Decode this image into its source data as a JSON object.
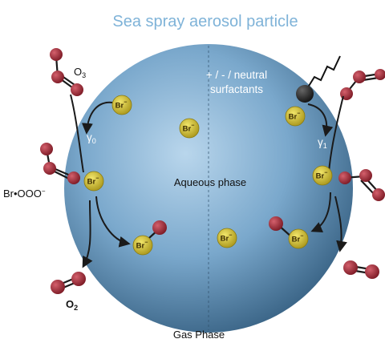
{
  "title": "Sea spray aerosol particle",
  "surfactant_label_line1": "+ / - / neutral",
  "surfactant_label_line2": "surfactants",
  "aqueous_label": "Aqueous phase",
  "gas_label": "Gas Phase",
  "ozone_label": "O",
  "ozone_sub": "3",
  "oxygen_label": "O",
  "oxygen_sub": "2",
  "intermediate_label": "Br•OOO",
  "intermediate_sup": "−",
  "gamma_left": "γ",
  "gamma_left_sub": "0",
  "gamma_right": "γ",
  "gamma_right_sub": "1",
  "bromide_label": "Br",
  "bromide_charge": "−",
  "colors": {
    "title": "#7fb3d8",
    "sphere_light": "#a9cbe6",
    "sphere_dark": "#3f6a8c",
    "oxygen_atom": "#9b2a36",
    "bromide": "#d8c62a",
    "surfactant_head": "#222222"
  }
}
